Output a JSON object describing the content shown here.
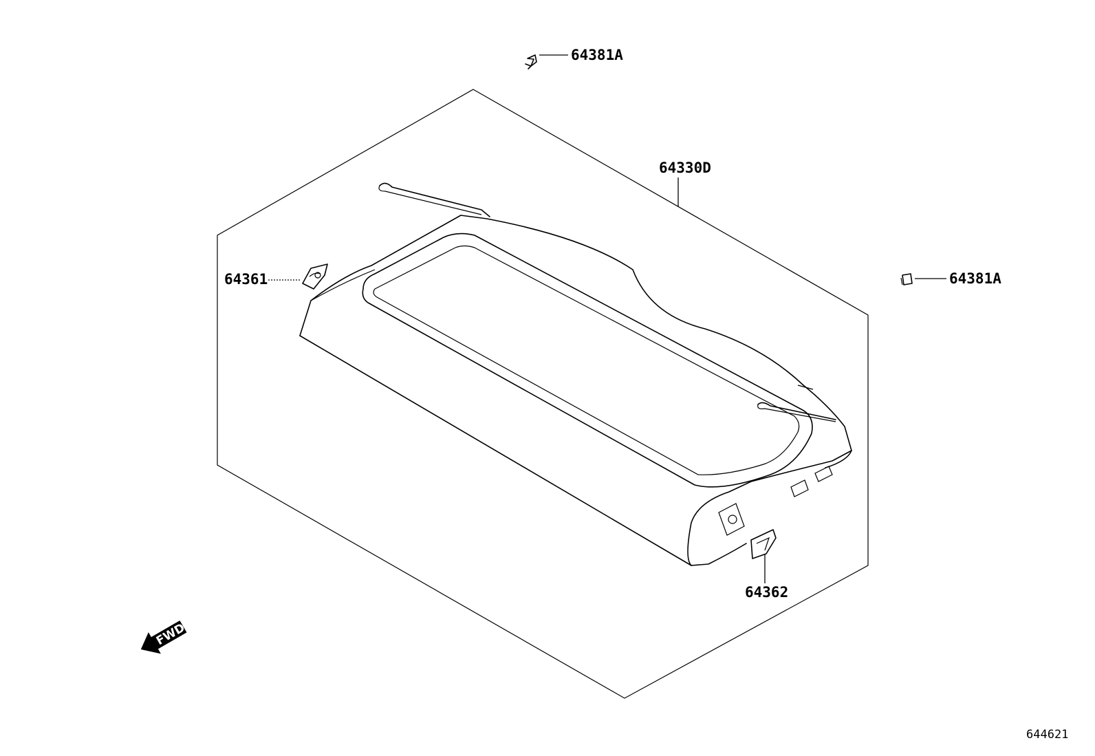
{
  "diagram": {
    "type": "exploded parts diagram",
    "callouts": {
      "clip_top": "64381A",
      "clip_right": "64381A",
      "package_tray_trim": "64330D",
      "left_cover": "64361",
      "right_cover": "64362"
    },
    "direction_indicator": "FWD",
    "reference_number": "644621"
  }
}
